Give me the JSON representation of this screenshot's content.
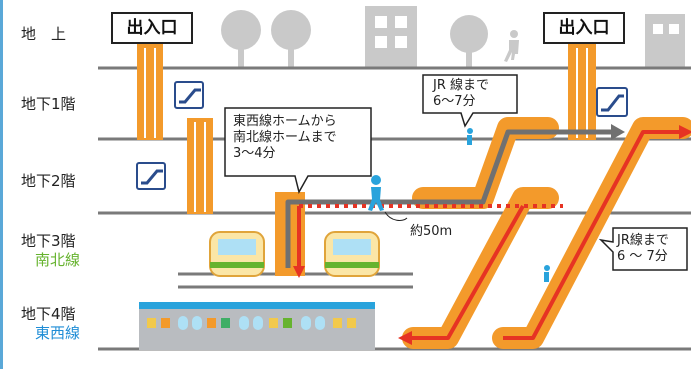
{
  "levels": {
    "ground": "地　上",
    "b1": "地下1階",
    "b2": "地下2階",
    "b3": "地下3階",
    "b4": "地下4階"
  },
  "lines": {
    "nanboku": "南北線",
    "tozai": "東西線"
  },
  "signs": {
    "exit_left": "出入口",
    "exit_right": "出入口"
  },
  "notes": {
    "transfer": "東西線ホームから\n南北線ホームまで\n3～4分",
    "jr_top": "JR 線まで\n6～7分",
    "jr_right": "JR線まで\n6 ～ 7分",
    "distance": "約50m"
  },
  "colors": {
    "orange": "#f39a2b",
    "red": "#e63323",
    "gray_route": "#707070",
    "nanboku_green": "#66b32e",
    "tozai_blue": "#1f8dd6",
    "silhouette": "#c9c9c9"
  },
  "icons": [
    "escalator-icon",
    "walking-person-icon",
    "tree-icon",
    "building-icon"
  ]
}
